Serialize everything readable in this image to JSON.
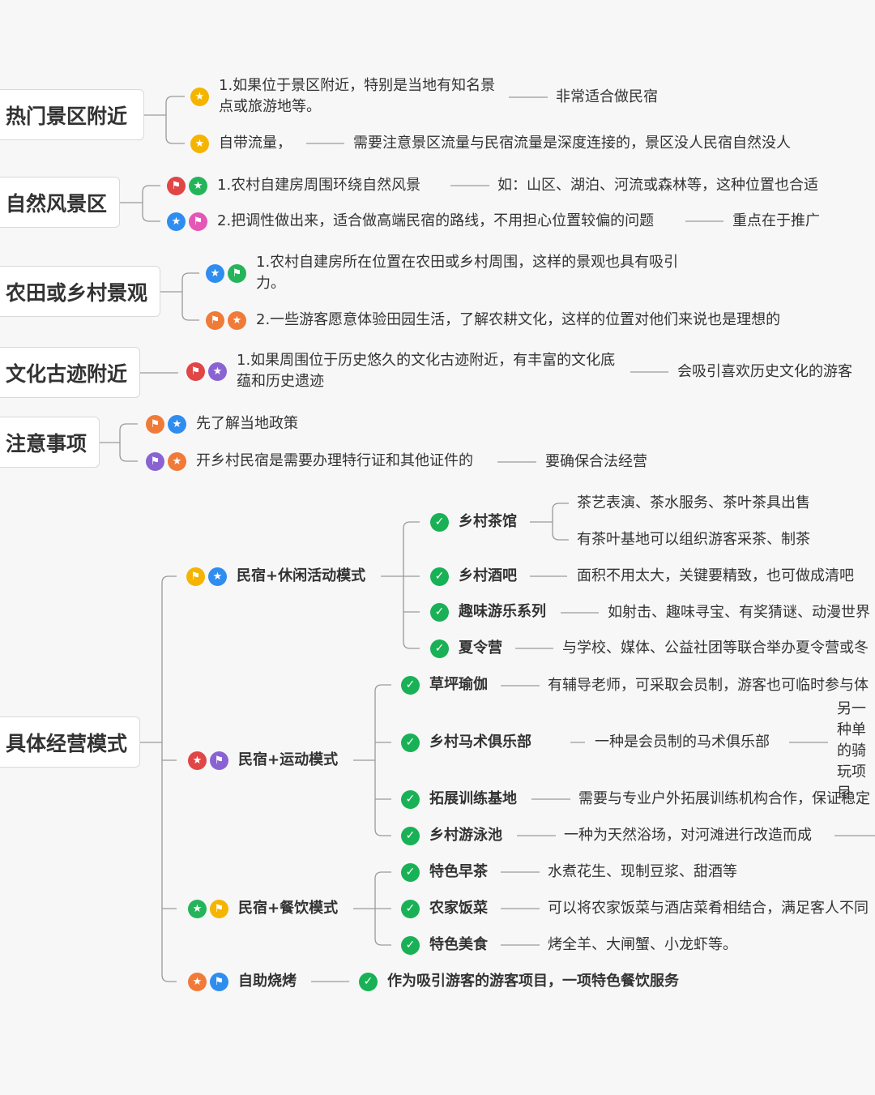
{
  "colors": {
    "yellow": "#f4b400",
    "red": "#e04646",
    "green": "#25b45a",
    "blue": "#2f8df0",
    "pink": "#e557b5",
    "orange": "#f07a38",
    "purple": "#8a63d2",
    "check": "#19b156",
    "line": "#9a9a9a"
  },
  "roots": [
    {
      "id": "r1",
      "text": "热门景区附近"
    },
    {
      "id": "r2",
      "text": "自然风景区"
    },
    {
      "id": "r3",
      "text": "农田或乡村景观"
    },
    {
      "id": "r4",
      "text": "文化古迹附近"
    },
    {
      "id": "r5",
      "text": "注意事项"
    },
    {
      "id": "r6",
      "text": "具体经营模式"
    }
  ],
  "nodes": [
    {
      "id": "n1",
      "text": "1.如果位于景区附近，特别是当地有知名景点或旅游地等。",
      "icons": [
        {
          "shape": "star",
          "color": "yellow",
          "icon": "star-icon"
        }
      ]
    },
    {
      "id": "n1a",
      "text": "非常适合做民宿"
    },
    {
      "id": "n2",
      "text": "自带流量，",
      "icons": [
        {
          "shape": "star",
          "color": "yellow",
          "icon": "star-icon"
        }
      ]
    },
    {
      "id": "n2a",
      "text": "需要注意景区流量与民宿流量是深度连接的，景区没人民宿自然没人"
    },
    {
      "id": "n3",
      "text": "1.农村自建房周围环绕自然风景",
      "icons": [
        {
          "shape": "flag",
          "color": "red",
          "icon": "flag-icon"
        },
        {
          "shape": "star",
          "color": "green",
          "icon": "star-icon"
        }
      ]
    },
    {
      "id": "n3a",
      "text": "如：山区、湖泊、河流或森林等，这种位置也合适"
    },
    {
      "id": "n4",
      "text": "2.把调性做出来，适合做高端民宿的路线，不用担心位置较偏的问题",
      "icons": [
        {
          "shape": "star",
          "color": "blue",
          "icon": "star-icon"
        },
        {
          "shape": "flag",
          "color": "pink",
          "icon": "flag-icon"
        }
      ]
    },
    {
      "id": "n4a",
      "text": "重点在于推广"
    },
    {
      "id": "n5",
      "text": "1.农村自建房所在位置在农田或乡村周围，这样的景观也具有吸引力。",
      "icons": [
        {
          "shape": "star",
          "color": "blue",
          "icon": "star-icon"
        },
        {
          "shape": "flag",
          "color": "green",
          "icon": "flag-icon"
        }
      ]
    },
    {
      "id": "n6",
      "text": "2.一些游客愿意体验田园生活，了解农耕文化，这样的位置对他们来说也是理想的",
      "icons": [
        {
          "shape": "flag",
          "color": "orange",
          "icon": "flag-icon"
        },
        {
          "shape": "star",
          "color": "orange",
          "icon": "star-icon"
        }
      ]
    },
    {
      "id": "n7",
      "text": "1.如果周围位于历史悠久的文化古迹附近，有丰富的文化底蕴和历史遗迹",
      "icons": [
        {
          "shape": "flag",
          "color": "red",
          "icon": "flag-icon"
        },
        {
          "shape": "star",
          "color": "purple",
          "icon": "star-icon"
        }
      ]
    },
    {
      "id": "n7a",
      "text": "会吸引喜欢历史文化的游客"
    },
    {
      "id": "n8",
      "text": "先了解当地政策",
      "icons": [
        {
          "shape": "flag",
          "color": "orange",
          "icon": "flag-icon"
        },
        {
          "shape": "star",
          "color": "blue",
          "icon": "star-icon"
        }
      ]
    },
    {
      "id": "n9",
      "text": "开乡村民宿是需要办理特行证和其他证件的",
      "icons": [
        {
          "shape": "flag",
          "color": "purple",
          "icon": "flag-icon"
        },
        {
          "shape": "star",
          "color": "orange",
          "icon": "star-icon"
        }
      ]
    },
    {
      "id": "n9a",
      "text": "要确保合法经营"
    },
    {
      "id": "m1",
      "text": "民宿+休闲活动模式",
      "icons": [
        {
          "shape": "flag",
          "color": "yellow",
          "icon": "flag-icon"
        },
        {
          "shape": "star",
          "color": "blue",
          "icon": "star-icon"
        }
      ]
    },
    {
      "id": "m1a",
      "text": "乡村茶馆",
      "icons": [
        {
          "shape": "check",
          "color": "check",
          "icon": "check-icon"
        }
      ]
    },
    {
      "id": "m1a1",
      "text": "茶艺表演、茶水服务、茶叶茶具出售"
    },
    {
      "id": "m1a2",
      "text": "有茶叶基地可以组织游客采茶、制茶"
    },
    {
      "id": "m1b",
      "text": "乡村酒吧",
      "icons": [
        {
          "shape": "check",
          "color": "check",
          "icon": "check-icon"
        }
      ]
    },
    {
      "id": "m1b1",
      "text": "面积不用太大，关键要精致，也可做成清吧"
    },
    {
      "id": "m1c",
      "text": "趣味游乐系列",
      "icons": [
        {
          "shape": "check",
          "color": "check",
          "icon": "check-icon"
        }
      ]
    },
    {
      "id": "m1c1",
      "text": "如射击、趣味寻宝、有奖猜谜、动漫世界"
    },
    {
      "id": "m1d",
      "text": "夏令营",
      "icons": [
        {
          "shape": "check",
          "color": "check",
          "icon": "check-icon"
        }
      ]
    },
    {
      "id": "m1d1",
      "text": "与学校、媒体、公益社团等联合举办夏令营或冬"
    },
    {
      "id": "m2",
      "text": "民宿+运动模式",
      "icons": [
        {
          "shape": "star",
          "color": "red",
          "icon": "star-icon"
        },
        {
          "shape": "flag",
          "color": "purple",
          "icon": "flag-icon"
        }
      ]
    },
    {
      "id": "m2a",
      "text": "草坪瑜伽",
      "icons": [
        {
          "shape": "check",
          "color": "check",
          "icon": "check-icon"
        }
      ]
    },
    {
      "id": "m2a1",
      "text": "有辅导老师，可采取会员制，游客也可临时参与体"
    },
    {
      "id": "m2b",
      "text": "乡村马术俱乐部",
      "icons": [
        {
          "shape": "check",
          "color": "check",
          "icon": "check-icon"
        }
      ]
    },
    {
      "id": "m2b1",
      "text": "一种是会员制的马术俱乐部"
    },
    {
      "id": "m2b2",
      "text": "另一种单的骑玩项目"
    },
    {
      "id": "m2c",
      "text": "拓展训练基地",
      "icons": [
        {
          "shape": "check",
          "color": "check",
          "icon": "check-icon"
        }
      ]
    },
    {
      "id": "m2c1",
      "text": "需要与专业户外拓展训练机构合作，保证稳定"
    },
    {
      "id": "m2d",
      "text": "乡村游泳池",
      "icons": [
        {
          "shape": "check",
          "color": "check",
          "icon": "check-icon"
        }
      ]
    },
    {
      "id": "m2d1",
      "text": "一种为天然浴场，对河滩进行改造而成"
    },
    {
      "id": "m3",
      "text": "民宿+餐饮模式",
      "icons": [
        {
          "shape": "star",
          "color": "green",
          "icon": "star-icon"
        },
        {
          "shape": "flag",
          "color": "yellow",
          "icon": "flag-icon"
        }
      ]
    },
    {
      "id": "m3a",
      "text": "特色早茶",
      "icons": [
        {
          "shape": "check",
          "color": "check",
          "icon": "check-icon"
        }
      ]
    },
    {
      "id": "m3a1",
      "text": "水煮花生、现制豆浆、甜酒等"
    },
    {
      "id": "m3b",
      "text": "农家饭菜",
      "icons": [
        {
          "shape": "check",
          "color": "check",
          "icon": "check-icon"
        }
      ]
    },
    {
      "id": "m3b1",
      "text": "可以将农家饭菜与酒店菜肴相结合，满足客人不同"
    },
    {
      "id": "m3c",
      "text": "特色美食",
      "icons": [
        {
          "shape": "check",
          "color": "check",
          "icon": "check-icon"
        }
      ]
    },
    {
      "id": "m3c1",
      "text": "烤全羊、大闸蟹、小龙虾等。"
    },
    {
      "id": "m4",
      "text": "自助烧烤",
      "icons": [
        {
          "shape": "star",
          "color": "orange",
          "icon": "star-icon"
        },
        {
          "shape": "flag",
          "color": "blue",
          "icon": "flag-icon"
        }
      ]
    },
    {
      "id": "m4a",
      "text": "作为吸引游客的游客项目，一项特色餐饮服务",
      "icons": [
        {
          "shape": "check",
          "color": "check",
          "icon": "check-icon"
        }
      ]
    }
  ]
}
